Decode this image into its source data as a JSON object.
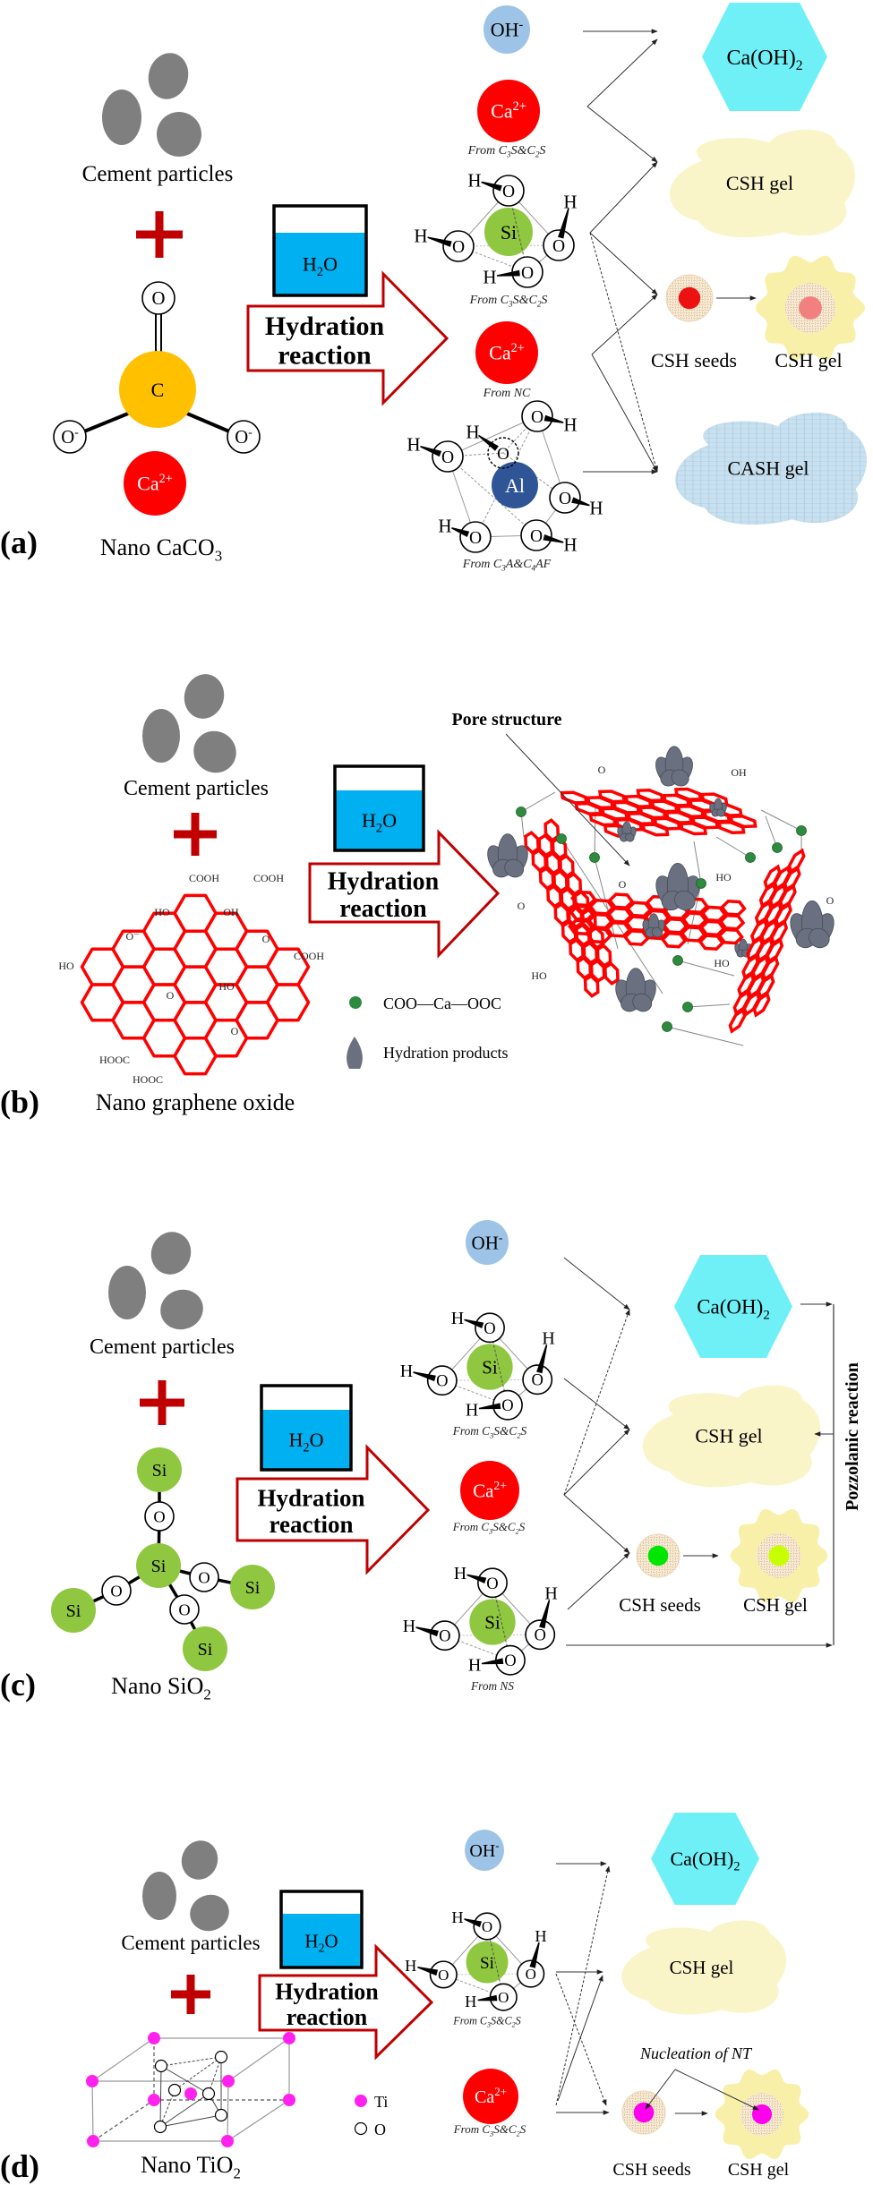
{
  "common": {
    "cement_label": "Cement particles",
    "h2o": {
      "h": "H",
      "sub": "2",
      "o": "O"
    },
    "hydration": "Hydration",
    "reaction": "reaction"
  },
  "atoms": {
    "O": "O",
    "H": "H",
    "Si": "Si",
    "Al": "Al",
    "C": "C",
    "Ca": "Ca",
    "Ca_charge": "2+",
    "OH": "OH",
    "OH_charge": "-",
    "O_charge": "-"
  },
  "products": {
    "caoh2": "Ca(OH)",
    "caoh2_sub": "2",
    "csh_gel": "CSH gel",
    "csh_seeds": "CSH seeds",
    "cash_gel": "CASH gel"
  },
  "sources": {
    "c3s_c2s": [
      "From C",
      "3",
      "S&C",
      "2",
      "S"
    ],
    "nc": "From NC",
    "c3a_c4af": [
      "From C",
      "3",
      "A&C",
      "4",
      "AF"
    ],
    "ns": "From NS"
  },
  "panel_a": {
    "label": "(a)",
    "name": "Nano CaCO",
    "name_sub": "3"
  },
  "panel_b": {
    "label": "(b)",
    "name": "Nano graphene oxide",
    "pore_structure": "Pore structure",
    "legend": [
      {
        "label": "COO—Ca—OOC",
        "icon": "green-dot"
      },
      {
        "label": "Hydration products",
        "icon": "hydration-product-cluster"
      }
    ],
    "go_groups": [
      "COOH",
      "COOH",
      "HO",
      "OH",
      "O⁻",
      "O",
      "HO",
      "COOH",
      "O",
      "HO",
      "O",
      "HOOC",
      "HOOC"
    ],
    "structure_groups": [
      "O",
      "OH",
      "O",
      "O",
      "HO",
      "O",
      "HO",
      "HO"
    ]
  },
  "panel_c": {
    "label": "(c)",
    "name": "Nano SiO",
    "name_sub": "2",
    "pozzolanic": "Pozzolanic reaction"
  },
  "panel_d": {
    "label": "(d)",
    "name": "Nano TiO",
    "name_sub": "2",
    "legend": [
      {
        "label": "Ti",
        "icon": "magenta-dot"
      },
      {
        "label": "O",
        "icon": "open-circle"
      }
    ],
    "nucleation": "Nucleation of NT"
  },
  "colors": {
    "cement": "#7f7f7f",
    "plus": "#c00000",
    "arrow_outline": "#c00000",
    "water": "#00b0f0",
    "oh_ion": "#9dc3e6",
    "ca_ion": "#ff0000",
    "si": "#8fc740",
    "al": "#2f5597",
    "carbon": "#ffc000",
    "caoh2": "#6ff0f7",
    "csh_gel": "#faf5c8",
    "cash_gel": "#c8e0ef",
    "graphene": "#ff0000",
    "ti": "#ff22ee",
    "ca_bridge": "#2e8b3e",
    "hydration_product": "#6b7080"
  }
}
